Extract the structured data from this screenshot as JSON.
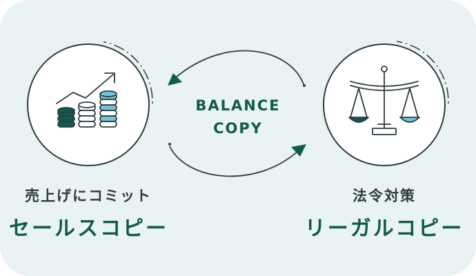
{
  "center": {
    "line1": "BALANCE",
    "line2": "COPY"
  },
  "left": {
    "icon": "rising-coins-chart-icon",
    "subtitle": "売上げにコミット",
    "title": "セールスコピー"
  },
  "right": {
    "icon": "balance-scale-icon",
    "subtitle": "法令対策",
    "title": "リーガルコピー"
  },
  "colors": {
    "background": "#e9f3f4",
    "primary": "#115a4f",
    "accent": "#6fc6d9",
    "ink": "#2f3b3e",
    "circle_fill": "#ffffff"
  }
}
